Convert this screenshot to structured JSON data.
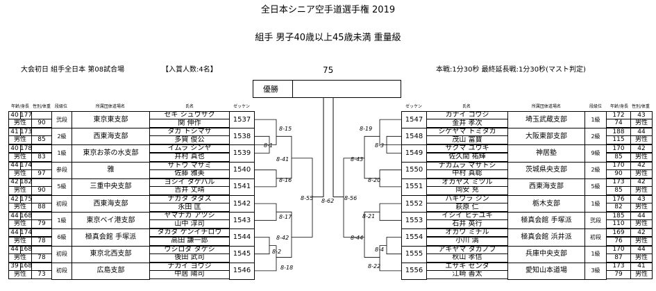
{
  "header": {
    "title": "全日本シニア空手道選手権  2019",
    "subtitle": "組手  男子40歳以上45歳未満  重量級",
    "venue": "大会初日  組手全日本  第08試合場",
    "winners": "【入賞人数:4名】",
    "bracket_no": "75",
    "time": "本戦:1分30秒  最終延長戦:1分30秒(マスト判定)"
  },
  "champion_label": "優勝",
  "col_labels": {
    "age_height": "年齢/身長",
    "sex_weight": "性別/体重",
    "rank": "段級位",
    "club": "所属団体道場名",
    "name": "氏名",
    "zekken": "ゼッケン"
  },
  "left": [
    {
      "age": "40",
      "height": "177",
      "sex": "男性",
      "weight": "90",
      "rank": "弐段",
      "club": "東京東支部",
      "kana": "セキ シュウサク",
      "name": "関 伸作",
      "zekken": "1537"
    },
    {
      "age": "41",
      "height": "173",
      "sex": "男性",
      "weight": "85",
      "rank": "2級",
      "club": "西東海支部",
      "kana": "タガ トシマサ",
      "name": "多賀 俊公",
      "zekken": "1538"
    },
    {
      "age": "40",
      "height": "178",
      "sex": "男性",
      "weight": "83",
      "rank": "1級",
      "club": "東京お茶の水支部",
      "kana": "イムラ シンヤ",
      "name": "井村 真也",
      "zekken": "1539"
    },
    {
      "age": "44",
      "height": "174",
      "sex": "男性",
      "weight": "97",
      "rank": "参段",
      "club": "雅",
      "kana": "サトウ マサミ",
      "name": "佐藤 雅美",
      "zekken": "1540"
    },
    {
      "age": "42",
      "height": "182",
      "sex": "男性",
      "weight": "90",
      "rank": "5級",
      "club": "三重中央支部",
      "kana": "ヨシイ タケハル",
      "name": "吉井 丈晴",
      "zekken": "1541"
    },
    {
      "age": "42",
      "height": "175",
      "sex": "男性",
      "weight": "88",
      "rank": "初段",
      "club": "西東海支部",
      "kana": "ナガタ タダス",
      "name": "永田 匡",
      "zekken": "1542"
    },
    {
      "age": "44",
      "height": "168",
      "sex": "男性",
      "weight": "79",
      "rank": "1級",
      "club": "東京ベイ港支部",
      "kana": "ヤマナカ アツシ",
      "name": "山中 淳司",
      "zekken": "1543"
    },
    {
      "age": "44",
      "height": "174",
      "sex": "男性",
      "weight": "78",
      "rank": "6級",
      "club": "極真会館 手塚派",
      "kana": "タカダ ケンイチロウ",
      "name": "高田 謙一郎",
      "zekken": "1544"
    },
    {
      "age": "44",
      "height": "168",
      "sex": "男性",
      "weight": "78",
      "rank": "初段",
      "club": "東京北西支部",
      "kana": "ウシロダ タケシ",
      "name": "後田 武司",
      "zekken": "1545"
    },
    {
      "age": "39",
      "height": "168",
      "sex": "男性",
      "weight": "73",
      "rank": "初段",
      "club": "広島支部",
      "kana": "ナカイ ヨウジ",
      "name": "中居 陽司",
      "zekken": "1546"
    }
  ],
  "right": [
    {
      "zekken": "1547",
      "kana": "カナイ コウジ",
      "name": "金井 孝次",
      "club": "埼玉武蔵支部",
      "rank": "1級",
      "height": "172",
      "weight": "43",
      "age": "74",
      "sex": "男性"
    },
    {
      "zekken": "1548",
      "kana": "シゲヤマ トミタカ",
      "name": "茂山 富寶",
      "club": "大阪東部支部",
      "rank": "2級",
      "height": "188",
      "weight": "44",
      "age": "115",
      "sex": "男性"
    },
    {
      "zekken": "1549",
      "kana": "サクマ ユウキ",
      "name": "佐久間 祐輝",
      "club": "神居塾",
      "rank": "9級",
      "height": "170",
      "weight": "42",
      "age": "85",
      "sex": "男性"
    },
    {
      "zekken": "1550",
      "kana": "ナカムラ マサトシ",
      "name": "中村 真聡",
      "club": "茨城県央支部",
      "rank": "2級",
      "height": "170",
      "weight": "42",
      "age": "90",
      "sex": "男性"
    },
    {
      "zekken": "1551",
      "kana": "オカヤス ミツル",
      "name": "岡安 充",
      "club": "西東海支部",
      "rank": "5級",
      "height": "173",
      "weight": "42",
      "age": "85",
      "sex": "男性"
    },
    {
      "zekken": "1552",
      "kana": "ハギワラ ジン",
      "name": "萩原 仁",
      "club": "栃木支部",
      "rank": "1級",
      "height": "176",
      "weight": "43",
      "age": "82",
      "sex": "男性"
    },
    {
      "zekken": "1553",
      "kana": "イシイ ヒデユキ",
      "name": "石井 英行",
      "club": "極真会館 手塚派",
      "rank": "弐段",
      "height": "185",
      "weight": "44",
      "age": "110",
      "sex": "男性"
    },
    {
      "zekken": "1554",
      "kana": "オガワ ミチル",
      "name": "小川 満",
      "club": "極真会館 浜井派",
      "rank": "初段",
      "height": "169",
      "weight": "42",
      "age": "76",
      "sex": "男性"
    },
    {
      "zekken": "1555",
      "kana": "アキヤマ タカノブ",
      "name": "秋山 孝信",
      "club": "兵庫中央支部",
      "rank": "1級",
      "height": "170",
      "weight": "44",
      "age": "87",
      "sex": "男性"
    },
    {
      "zekken": "1556",
      "kana": "エサキ ゼンタ",
      "name": "江崎 善太",
      "club": "愛知山本道場",
      "rank": "3級",
      "height": "173",
      "weight": "41",
      "age": "79",
      "sex": "男性"
    }
  ],
  "matches": {
    "r1_left_a": "8-15",
    "r1_left_b": "8-1",
    "r1_left_c": "8-16",
    "r1_left_d": "8-17",
    "r1_left_e": "8-2",
    "r1_left_f": "8-18",
    "r2_left_a": "8-41",
    "r2_left_b": "8-42",
    "r3_left": "8-55",
    "final": "8-62",
    "r3_right": "8-56",
    "r2_right_a": "8-43",
    "r2_right_b": "8-44",
    "r1_right_a": "8-19",
    "r1_right_b": "8-3",
    "r1_right_c": "8-20",
    "r1_right_d": "8-21",
    "r1_right_e": "8-4",
    "r1_right_f": "8-22"
  }
}
